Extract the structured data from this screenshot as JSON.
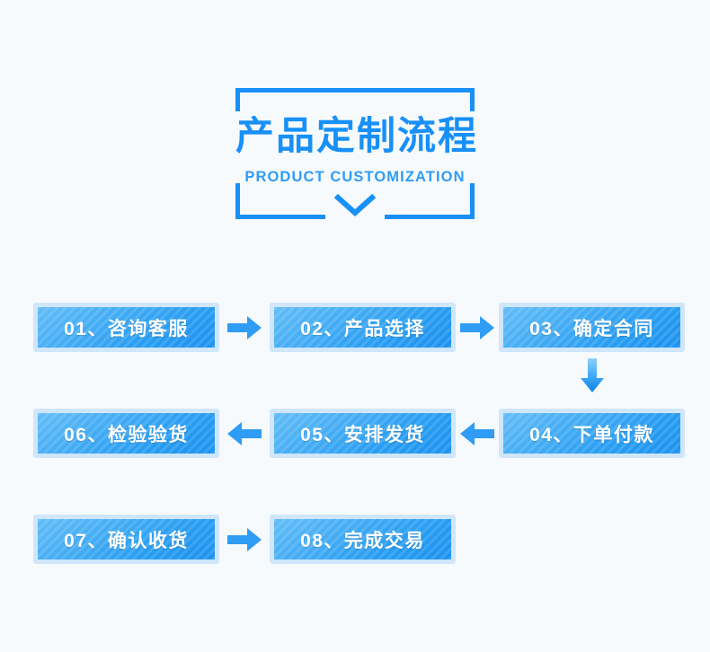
{
  "header": {
    "title_cn": "产品定制流程",
    "title_en": "PRODUCT CUSTOMIZATION",
    "accent_color": "#1890f8",
    "chevron_icon": "chevron-down-icon"
  },
  "theme": {
    "background": "#f7fafd",
    "box_border": "#cfe6fb",
    "box_blue_light": "#63bdf7",
    "box_blue_dark": "#1e92ef",
    "arrow_color": "#2f9cf5",
    "text_on_box": "#ffffff"
  },
  "flow": {
    "rows": [
      {
        "direction": "left-to-right",
        "steps": [
          {
            "label": "01、咨询客服"
          },
          {
            "label": "02、产品选择"
          },
          {
            "label": "03、确定合同"
          }
        ],
        "arrows": [
          "arrow-right-icon",
          "arrow-right-icon"
        ]
      },
      {
        "direction": "right-to-left",
        "steps": [
          {
            "label": "06、检验验货"
          },
          {
            "label": "05、安排发货"
          },
          {
            "label": "04、下单付款"
          }
        ],
        "arrows": [
          "arrow-left-icon",
          "arrow-left-icon"
        ]
      },
      {
        "direction": "left-to-right",
        "steps": [
          {
            "label": "07、确认收货"
          },
          {
            "label": "08、完成交易"
          }
        ],
        "arrows": [
          "arrow-right-icon"
        ]
      }
    ],
    "connector_down": "arrow-down-icon"
  }
}
